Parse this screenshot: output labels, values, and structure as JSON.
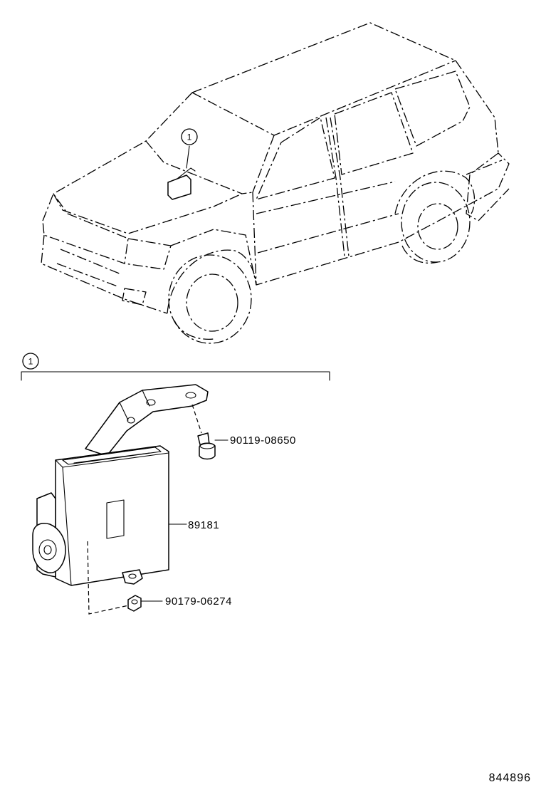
{
  "vehicle_callout": {
    "number": "1"
  },
  "assembly_group": {
    "number": "1"
  },
  "parts": [
    {
      "part_number": "90119-08650"
    },
    {
      "part_number": "89181"
    },
    {
      "part_number": "90179-06274"
    }
  ],
  "diagram_id": "844896"
}
